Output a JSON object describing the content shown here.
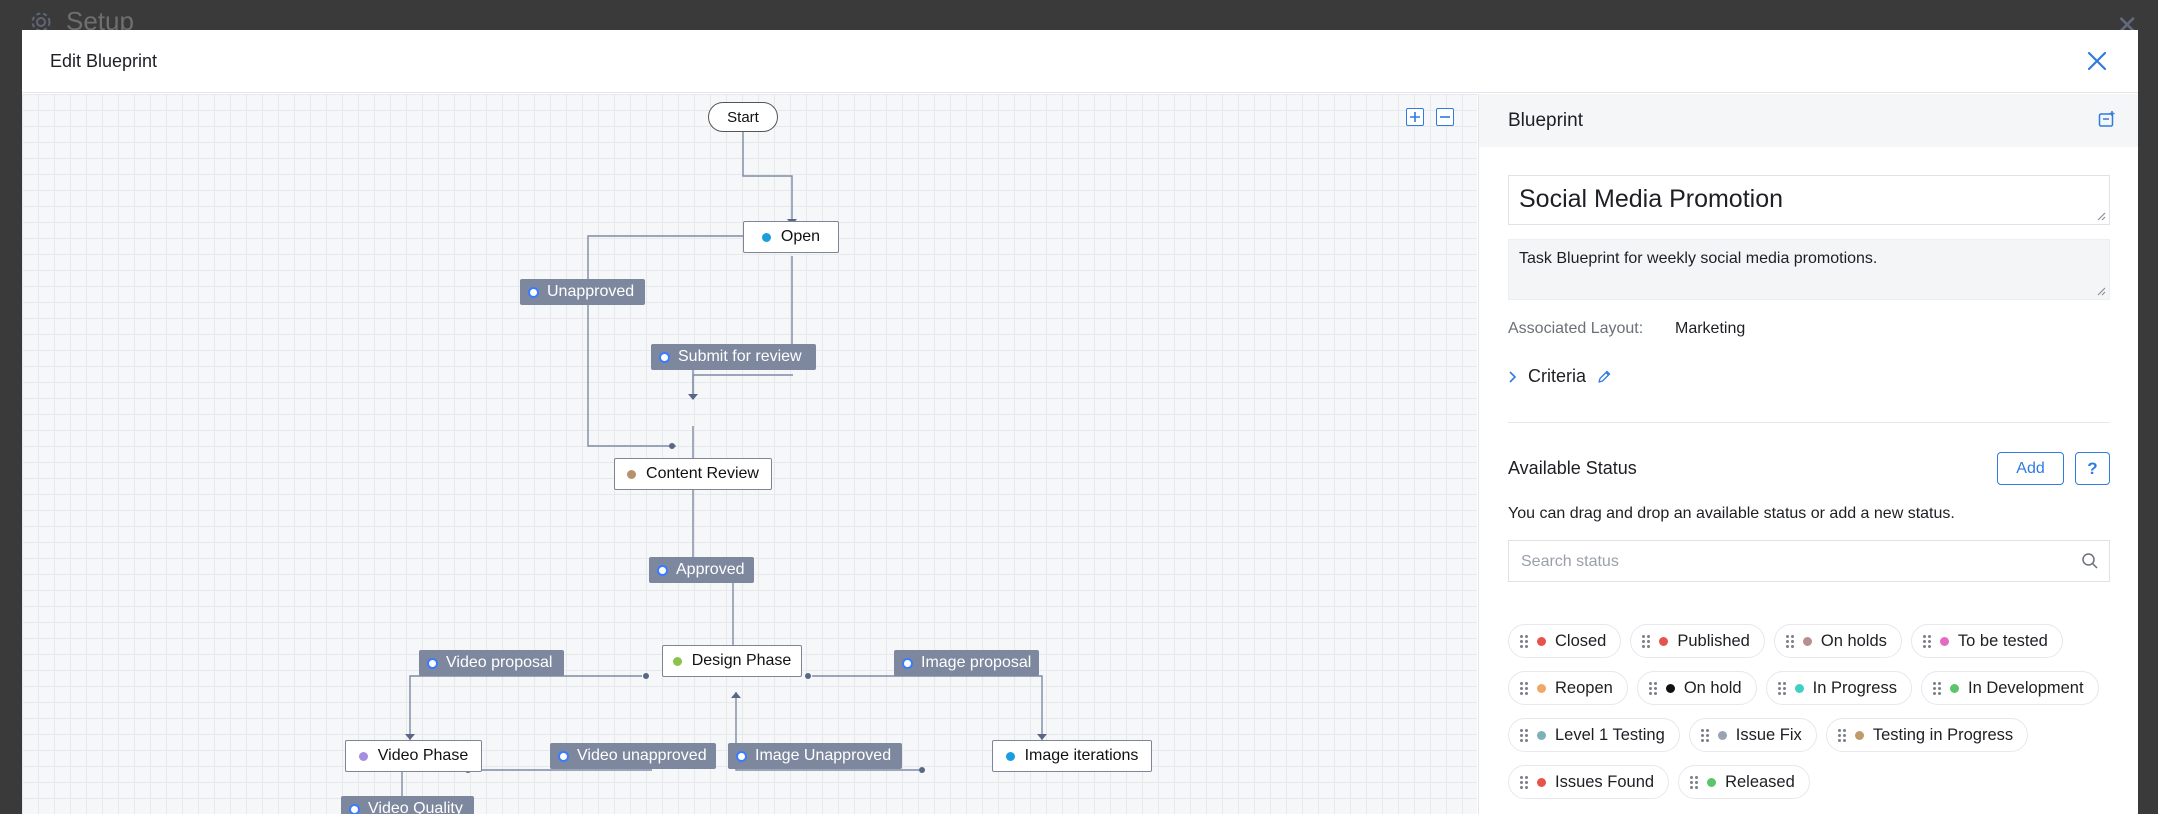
{
  "background": {
    "title": "Setup"
  },
  "modal": {
    "title": "Edit Blueprint"
  },
  "canvas": {
    "start_label": "Start",
    "states": [
      {
        "id": "open",
        "label": "Open",
        "color": "#1a9ee0"
      },
      {
        "id": "content_review",
        "label": "Content Review",
        "color": "#b8916c"
      },
      {
        "id": "design_phase",
        "label": "Design Phase",
        "color": "#8bc34a"
      },
      {
        "id": "video_phase",
        "label": "Video Phase",
        "color": "#a58de0"
      },
      {
        "id": "image_iterations",
        "label": "Image iterations",
        "color": "#1a9ee0"
      }
    ],
    "transitions": [
      {
        "id": "unapproved",
        "label": "Unapproved"
      },
      {
        "id": "submit_for_review",
        "label": "Submit for review"
      },
      {
        "id": "approved",
        "label": "Approved"
      },
      {
        "id": "video_proposal",
        "label": "Video proposal"
      },
      {
        "id": "image_proposal",
        "label": "Image proposal"
      },
      {
        "id": "video_unapproved",
        "label": "Video unapproved"
      },
      {
        "id": "image_unapproved",
        "label": "Image Unapproved"
      },
      {
        "id": "video_quality",
        "label": "Video Quality"
      }
    ]
  },
  "panel": {
    "title": "Blueprint",
    "name": "Social Media Promotion",
    "description": "Task Blueprint for weekly social media promotions.",
    "layout_label": "Associated Layout:",
    "layout_value": "Marketing",
    "criteria_label": "Criteria",
    "available_title": "Available Status",
    "add_label": "Add",
    "help_label": "?",
    "available_help": "You can drag and drop an available status or add a new status.",
    "search_placeholder": "Search status",
    "statuses": [
      {
        "label": "Closed",
        "color": "#e5534b"
      },
      {
        "label": "Published",
        "color": "#e5534b"
      },
      {
        "label": "On holds",
        "color": "#b98e8e"
      },
      {
        "label": "To be tested",
        "color": "#e56bc2"
      },
      {
        "label": "Reopen",
        "color": "#f0a868"
      },
      {
        "label": "On hold",
        "color": "#111111"
      },
      {
        "label": "In Progress",
        "color": "#3ed0c0"
      },
      {
        "label": "In Development",
        "color": "#5cc46a"
      },
      {
        "label": "Level 1 Testing",
        "color": "#7fb0b8"
      },
      {
        "label": "Issue Fix",
        "color": "#9aa3b2"
      },
      {
        "label": "Testing in Progress",
        "color": "#c09a6a"
      },
      {
        "label": "Issues Found",
        "color": "#e5534b"
      },
      {
        "label": "Released",
        "color": "#5cc46a"
      }
    ]
  }
}
